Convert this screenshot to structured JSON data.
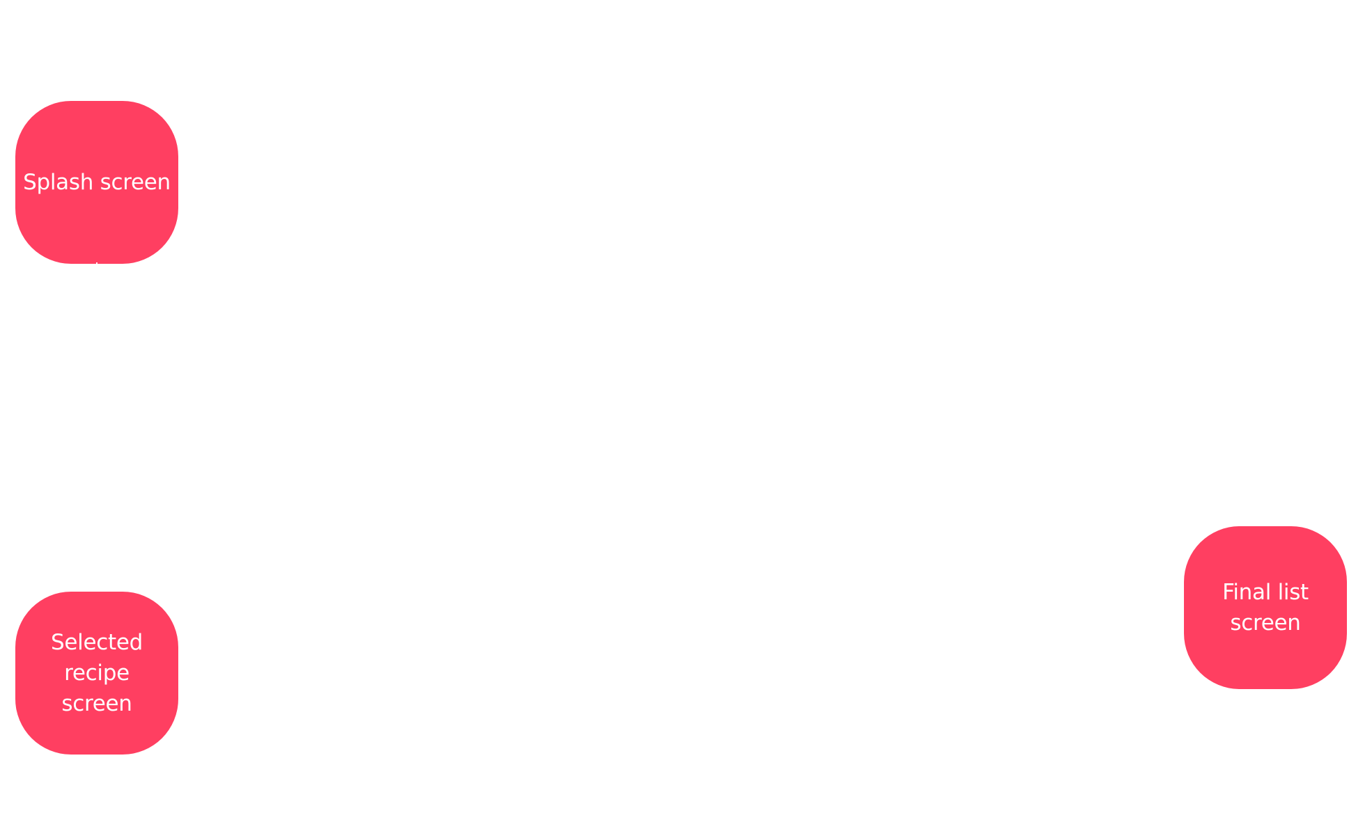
{
  "colors": {
    "background": "#ffffff",
    "node_fill": "#ff3f61",
    "node_text": "#ffffff"
  },
  "nodes": [
    {
      "id": "splash",
      "label": "Splash screen"
    },
    {
      "id": "selected",
      "label": "Selected\nrecipe\nscreen"
    },
    {
      "id": "final",
      "label": "Final list\nscreen"
    }
  ]
}
